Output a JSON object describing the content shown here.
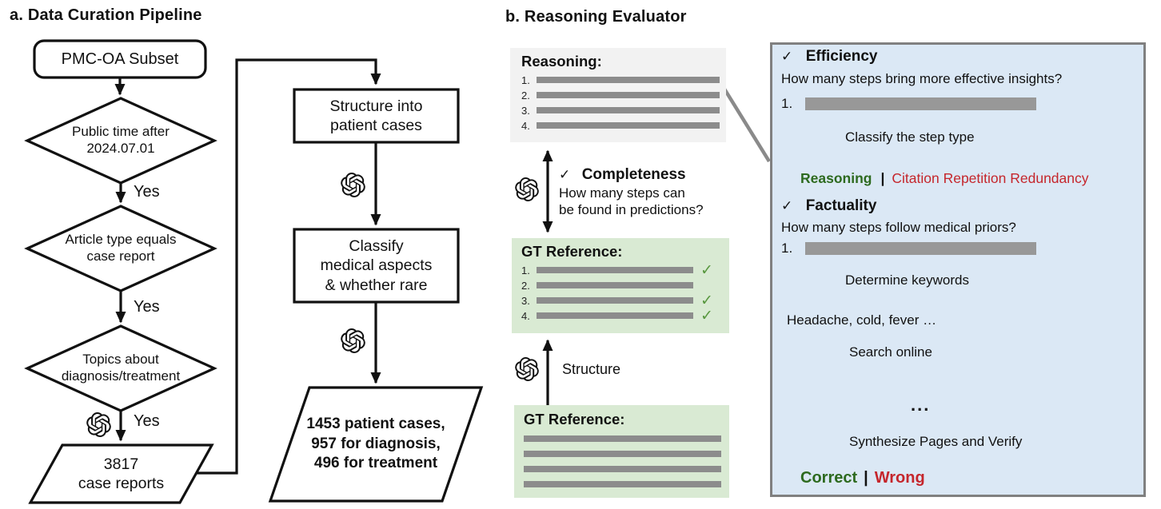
{
  "colors": {
    "green_text": "#2d6a1f",
    "red_text": "#c5262c",
    "check_green": "#58973f",
    "bar_gray": "#8c8c8c",
    "bar_gray_light": "#989898",
    "gray_panel_fill": "#f2f2f2",
    "green_panel_fill": "#d9ead3",
    "blue_panel_fill": "#dbe8f5",
    "panel_border_gray": "#808080",
    "line_black": "#111111"
  },
  "panel_a": {
    "title": "a. Data Curation Pipeline",
    "start_label": "PMC-OA Subset",
    "decision1": "Public time after\n2024.07.01",
    "decision2": "Article type equals\ncase report",
    "decision3": "Topics about\ndiagnosis/treatment",
    "yes1": "Yes",
    "yes2": "Yes",
    "yes3": "Yes",
    "output1": "3817\ncase reports",
    "step1": "Structure into\npatient cases",
    "step2": "Classify\nmedical aspects\n& whether rare",
    "output2": "1453 patient cases,\n957 for diagnosis,\n496 for treatment"
  },
  "panel_b": {
    "title": "b. Reasoning Evaluator",
    "reasoning_box": {
      "title": "Reasoning:",
      "nums": [
        "1.",
        "2.",
        "3.",
        "4."
      ]
    },
    "completeness_check": "✓",
    "completeness_title": "Completeness",
    "completeness_desc": "How many steps can\nbe found in predictions?",
    "gt_box1": {
      "title": "GT Reference:",
      "nums": [
        "1.",
        "2.",
        "3.",
        "4."
      ],
      "checks": [
        "✓",
        "",
        "✓",
        "✓"
      ]
    },
    "structure_label": "Structure",
    "gt_box2": {
      "title": "GT Reference:"
    }
  },
  "detail": {
    "efficiency_check": "✓",
    "efficiency_title": "Efficiency",
    "efficiency_desc": "How many steps bring more effective insights?",
    "eff_step_num": "1.",
    "classify_label": "Classify the step type",
    "type_good": "Reasoning",
    "type_sep": "|",
    "type_bad": "Citation Repetition Redundancy",
    "factuality_check": "✓",
    "factuality_title": "Factuality",
    "factuality_desc": "How many steps follow medical priors?",
    "fact_step_num": "1.",
    "determine_label": "Determine keywords",
    "keywords": "Headache, cold, fever …",
    "search_label": "Search online",
    "pages_dots": "...",
    "synthesize_label": "Synthesize Pages and Verify",
    "verdict_good": "Correct",
    "verdict_sep": "|",
    "verdict_bad": "Wrong"
  }
}
